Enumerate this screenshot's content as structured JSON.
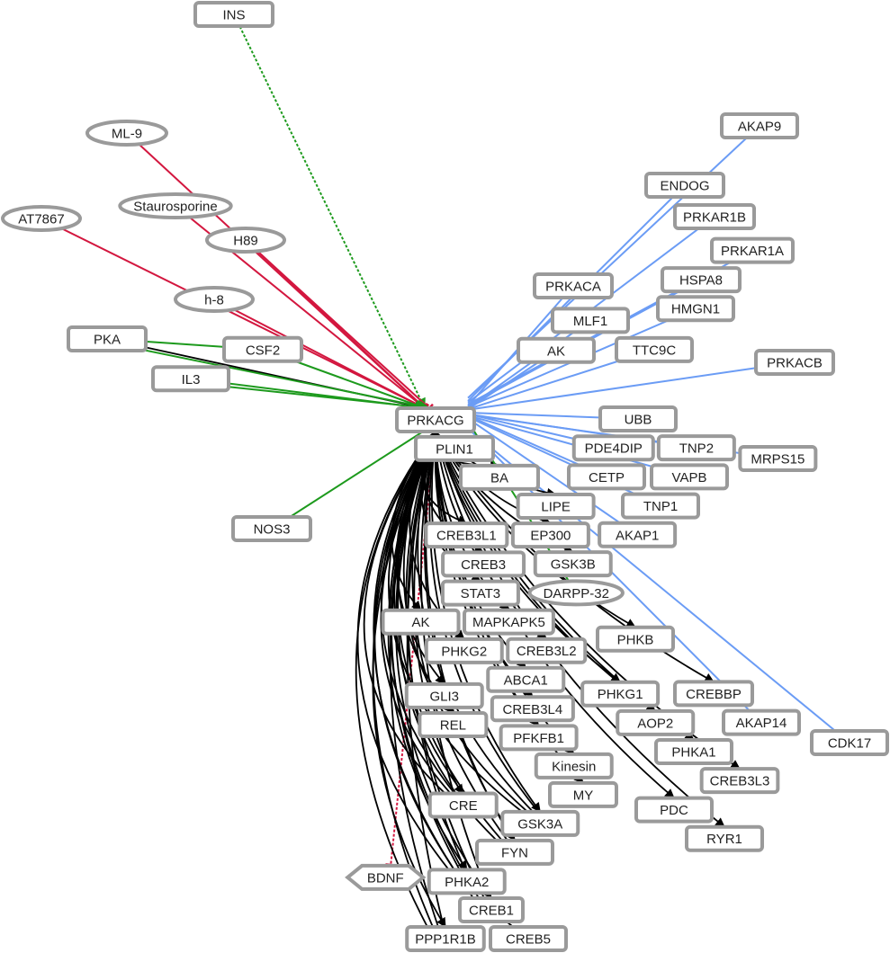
{
  "title": "PRKACG interaction network",
  "edge_styles": {
    "inhibition": {
      "color": "#d3173f",
      "dashed": false
    },
    "inhibition_dotted": {
      "color": "#d3173f",
      "dashed": true
    },
    "activation": {
      "color": "#1d9a1d",
      "dashed": false
    },
    "activation_dotted": {
      "color": "#1d9a1d",
      "dashed": true
    },
    "expression": {
      "color": "#000000",
      "dashed": false
    },
    "binding": {
      "color": "#6b9cf5",
      "dashed": false
    }
  },
  "nodes": [
    {
      "id": "INS",
      "label": "INS",
      "shape": "rect"
    },
    {
      "id": "ML9",
      "label": "ML-9",
      "shape": "ellipse"
    },
    {
      "id": "STAU",
      "label": "Staurosporine",
      "shape": "ellipse"
    },
    {
      "id": "AT7867",
      "label": "AT7867",
      "shape": "ellipse"
    },
    {
      "id": "H89",
      "label": "H89",
      "shape": "ellipse"
    },
    {
      "id": "H8",
      "label": "h-8",
      "shape": "ellipse"
    },
    {
      "id": "PKA",
      "label": "PKA",
      "shape": "rect"
    },
    {
      "id": "CSF2",
      "label": "CSF2",
      "shape": "rect"
    },
    {
      "id": "IL3",
      "label": "IL3",
      "shape": "rect"
    },
    {
      "id": "PRKACG",
      "label": "PRKACG",
      "shape": "rect"
    },
    {
      "id": "NOS3",
      "label": "NOS3",
      "shape": "rect"
    },
    {
      "id": "AKAP9",
      "label": "AKAP9",
      "shape": "rect"
    },
    {
      "id": "ENDOG",
      "label": "ENDOG",
      "shape": "rect"
    },
    {
      "id": "PRKAR1B",
      "label": "PRKAR1B",
      "shape": "rect"
    },
    {
      "id": "PRKAR1A",
      "label": "PRKAR1A",
      "shape": "rect"
    },
    {
      "id": "HSPA8",
      "label": "HSPA8",
      "shape": "rect"
    },
    {
      "id": "HMGN1",
      "label": "HMGN1",
      "shape": "rect"
    },
    {
      "id": "PRKACA",
      "label": "PRKACA",
      "shape": "rect"
    },
    {
      "id": "AK_A",
      "label": "AK",
      "shape": "rect"
    },
    {
      "id": "MLF1",
      "label": "MLF1",
      "shape": "rect"
    },
    {
      "id": "TTC9C",
      "label": "TTC9C",
      "shape": "rect"
    },
    {
      "id": "PRKACB",
      "label": "PRKACB",
      "shape": "rect"
    },
    {
      "id": "UBB",
      "label": "UBB",
      "shape": "rect"
    },
    {
      "id": "TNP2",
      "label": "TNP2",
      "shape": "rect"
    },
    {
      "id": "MRPS15",
      "label": "MRPS15",
      "shape": "rect"
    },
    {
      "id": "PDE4DIP",
      "label": "PDE4DIP",
      "shape": "rect"
    },
    {
      "id": "VAPB",
      "label": "VAPB",
      "shape": "rect"
    },
    {
      "id": "AKAP1",
      "label": "AKAP1",
      "shape": "rect"
    },
    {
      "id": "CETP",
      "label": "CETP",
      "shape": "rect"
    },
    {
      "id": "TNP1",
      "label": "TNP1",
      "shape": "rect"
    },
    {
      "id": "CDK17",
      "label": "CDK17",
      "shape": "rect"
    },
    {
      "id": "PLIN1",
      "label": "PLIN1",
      "shape": "rect"
    },
    {
      "id": "BA",
      "label": "BA",
      "shape": "rect"
    },
    {
      "id": "EP300",
      "label": "EP300",
      "shape": "rect"
    },
    {
      "id": "LIPE",
      "label": "LIPE",
      "shape": "rect"
    },
    {
      "id": "CREB3",
      "label": "CREB3",
      "shape": "rect"
    },
    {
      "id": "GSK3B",
      "label": "GSK3B",
      "shape": "rect"
    },
    {
      "id": "MAPKAPK5",
      "label": "MAPKAPK5",
      "shape": "rect"
    },
    {
      "id": "DARPP32",
      "label": "DARPP-32",
      "shape": "ellipse"
    },
    {
      "id": "PHKB",
      "label": "PHKB",
      "shape": "rect"
    },
    {
      "id": "AK_B",
      "label": "AK",
      "shape": "rect"
    },
    {
      "id": "CREB3L1",
      "label": "CREB3L1",
      "shape": "rect"
    },
    {
      "id": "STAT3",
      "label": "STAT3",
      "shape": "rect"
    },
    {
      "id": "CREB3L2",
      "label": "CREB3L2",
      "shape": "rect"
    },
    {
      "id": "PHKG2",
      "label": "PHKG2",
      "shape": "rect"
    },
    {
      "id": "REL",
      "label": "REL",
      "shape": "rect"
    },
    {
      "id": "GLI3",
      "label": "GLI3",
      "shape": "rect"
    },
    {
      "id": "PFKFB1",
      "label": "PFKFB1",
      "shape": "rect"
    },
    {
      "id": "ABCA1",
      "label": "ABCA1",
      "shape": "rect"
    },
    {
      "id": "MY",
      "label": "MY",
      "shape": "rect"
    },
    {
      "id": "KINESIN",
      "label": "Kinesin",
      "shape": "rect"
    },
    {
      "id": "PHKG1",
      "label": "PHKG1",
      "shape": "rect"
    },
    {
      "id": "CREB3L4",
      "label": "CREB3L4",
      "shape": "rect"
    },
    {
      "id": "AKAP14",
      "label": "AKAP14",
      "shape": "rect"
    },
    {
      "id": "CREBBP",
      "label": "CREBBP",
      "shape": "rect"
    },
    {
      "id": "AOP2",
      "label": "AOP2",
      "shape": "rect"
    },
    {
      "id": "PHKA1",
      "label": "PHKA1",
      "shape": "rect"
    },
    {
      "id": "CREB3L3",
      "label": "CREB3L3",
      "shape": "rect"
    },
    {
      "id": "PDC",
      "label": "PDC",
      "shape": "rect"
    },
    {
      "id": "RYR1",
      "label": "RYR1",
      "shape": "rect"
    },
    {
      "id": "GSK3A",
      "label": "GSK3A",
      "shape": "rect"
    },
    {
      "id": "CRE",
      "label": "CRE",
      "shape": "rect"
    },
    {
      "id": "CREB1",
      "label": "CREB1",
      "shape": "rect"
    },
    {
      "id": "FYN",
      "label": "FYN",
      "shape": "rect"
    },
    {
      "id": "PHKA2",
      "label": "PHKA2",
      "shape": "rect"
    },
    {
      "id": "PPP1R1B",
      "label": "PPP1R1B",
      "shape": "rect"
    },
    {
      "id": "BDNF",
      "label": "BDNF",
      "shape": "hexagon"
    },
    {
      "id": "CREB5",
      "label": "CREB5",
      "shape": "rect"
    }
  ],
  "edges": [
    {
      "from": "INS",
      "to": "PRKACG",
      "type": "activation_dotted"
    },
    {
      "from": "ML9",
      "to": "PRKACG",
      "type": "inhibition"
    },
    {
      "from": "STAU",
      "to": "PRKACG",
      "type": "inhibition"
    },
    {
      "from": "AT7867",
      "to": "PRKACG",
      "type": "inhibition"
    },
    {
      "from": "H89",
      "to": "PRKACG",
      "type": "inhibition"
    },
    {
      "from": "H89",
      "to": "PRKACG",
      "type": "inhibition"
    },
    {
      "from": "H8",
      "to": "PRKACG",
      "type": "inhibition"
    },
    {
      "from": "PKA",
      "to": "PRKACG",
      "type": "expression"
    },
    {
      "from": "CSF2",
      "to": "PKA",
      "type": "activation"
    },
    {
      "from": "CSF2",
      "to": "PRKACG",
      "type": "activation"
    },
    {
      "from": "IL3",
      "to": "PRKACG",
      "type": "activation"
    },
    {
      "from": "IL3",
      "to": "PRKACG",
      "type": "activation"
    },
    {
      "from": "PKA",
      "to": "PRKACG",
      "type": "activation"
    },
    {
      "from": "PRKACG",
      "to": "NOS3",
      "type": "activation"
    },
    {
      "from": "PRKACG",
      "to": "BDNF",
      "type": "inhibition_dotted"
    },
    {
      "from": "PRKACG",
      "to": "AKAP9",
      "type": "binding"
    },
    {
      "from": "PRKACG",
      "to": "ENDOG",
      "type": "binding"
    },
    {
      "from": "PRKACG",
      "to": "PRKAR1B",
      "type": "binding"
    },
    {
      "from": "PRKACG",
      "to": "PRKAR1A",
      "type": "binding"
    },
    {
      "from": "PRKACG",
      "to": "HSPA8",
      "type": "binding"
    },
    {
      "from": "PRKACG",
      "to": "HMGN1",
      "type": "binding"
    },
    {
      "from": "PRKACG",
      "to": "PRKACA",
      "type": "binding"
    },
    {
      "from": "PRKACG",
      "to": "AK_A",
      "type": "binding"
    },
    {
      "from": "PRKACG",
      "to": "MLF1",
      "type": "binding"
    },
    {
      "from": "PRKACG",
      "to": "TTC9C",
      "type": "binding"
    },
    {
      "from": "PRKACG",
      "to": "PRKACB",
      "type": "binding"
    },
    {
      "from": "PRKACG",
      "to": "UBB",
      "type": "binding"
    },
    {
      "from": "PRKACG",
      "to": "TNP2",
      "type": "binding"
    },
    {
      "from": "PRKACG",
      "to": "MRPS15",
      "type": "binding"
    },
    {
      "from": "PRKACG",
      "to": "PDE4DIP",
      "type": "binding"
    },
    {
      "from": "PRKACG",
      "to": "VAPB",
      "type": "binding"
    },
    {
      "from": "PRKACG",
      "to": "CETP",
      "type": "binding"
    },
    {
      "from": "PRKACG",
      "to": "AKAP1",
      "type": "binding"
    },
    {
      "from": "PRKACG",
      "to": "TNP1",
      "type": "binding"
    },
    {
      "from": "PRKACG",
      "to": "CDK17",
      "type": "binding"
    },
    {
      "from": "PRKACG",
      "to": "AKAP14",
      "type": "binding"
    },
    {
      "from": "PRKACG",
      "to": "PLIN1",
      "type": "expression"
    },
    {
      "from": "PRKACG",
      "to": "BA",
      "type": "expression"
    },
    {
      "from": "PRKACG",
      "to": "EP300",
      "type": "expression"
    },
    {
      "from": "PRKACG",
      "to": "LIPE",
      "type": "expression"
    },
    {
      "from": "PRKACG",
      "to": "CREB3",
      "type": "expression"
    },
    {
      "from": "PRKACG",
      "to": "GSK3B",
      "type": "expression"
    },
    {
      "from": "PRKACG",
      "to": "MAPKAPK5",
      "type": "expression"
    },
    {
      "from": "PRKACG",
      "to": "DARPP32",
      "type": "activation"
    },
    {
      "from": "PRKACG",
      "to": "PHKB",
      "type": "expression"
    },
    {
      "from": "PRKACG",
      "to": "AK_B",
      "type": "expression"
    },
    {
      "from": "PRKACG",
      "to": "CREB3L1",
      "type": "expression"
    },
    {
      "from": "PRKACG",
      "to": "STAT3",
      "type": "expression"
    },
    {
      "from": "PRKACG",
      "to": "CREB3L2",
      "type": "expression"
    },
    {
      "from": "PRKACG",
      "to": "PHKG2",
      "type": "expression"
    },
    {
      "from": "PRKACG",
      "to": "REL",
      "type": "expression"
    },
    {
      "from": "PRKACG",
      "to": "GLI3",
      "type": "expression"
    },
    {
      "from": "PRKACG",
      "to": "PFKFB1",
      "type": "expression"
    },
    {
      "from": "PRKACG",
      "to": "ABCA1",
      "type": "expression"
    },
    {
      "from": "PRKACG",
      "to": "MY",
      "type": "expression"
    },
    {
      "from": "PRKACG",
      "to": "KINESIN",
      "type": "expression"
    },
    {
      "from": "PRKACG",
      "to": "PHKG1",
      "type": "expression"
    },
    {
      "from": "PRKACG",
      "to": "CREB3L4",
      "type": "expression"
    },
    {
      "from": "PRKACG",
      "to": "CREBBP",
      "type": "expression"
    },
    {
      "from": "PRKACG",
      "to": "AOP2",
      "type": "expression"
    },
    {
      "from": "PRKACG",
      "to": "PHKA1",
      "type": "expression"
    },
    {
      "from": "PRKACG",
      "to": "CREB3L3",
      "type": "expression"
    },
    {
      "from": "PRKACG",
      "to": "PDC",
      "type": "expression"
    },
    {
      "from": "PRKACG",
      "to": "RYR1",
      "type": "expression"
    },
    {
      "from": "PRKACG",
      "to": "GSK3A",
      "type": "expression"
    },
    {
      "from": "PRKACG",
      "to": "CRE",
      "type": "expression"
    },
    {
      "from": "PRKACG",
      "to": "CREB1",
      "type": "expression"
    },
    {
      "from": "PRKACG",
      "to": "FYN",
      "type": "expression"
    },
    {
      "from": "PRKACG",
      "to": "PHKA2",
      "type": "expression"
    },
    {
      "from": "PRKACG",
      "to": "PPP1R1B",
      "type": "expression"
    },
    {
      "from": "CREB1",
      "to": "CREB5",
      "type": "expression"
    }
  ]
}
